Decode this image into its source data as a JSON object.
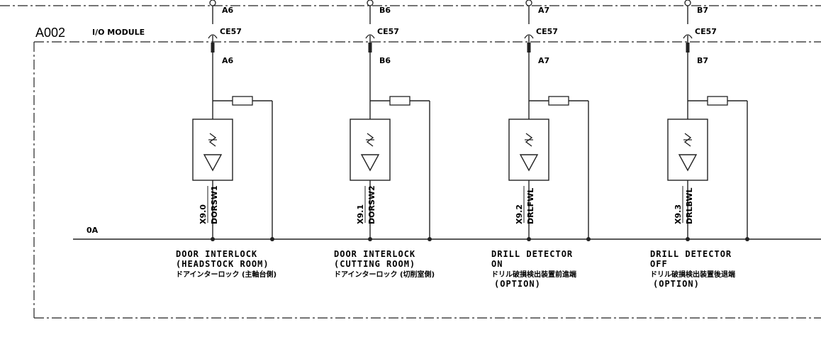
{
  "module": {
    "id": "A002",
    "name": "I/O MODULE"
  },
  "ground": {
    "label": "0A"
  },
  "channels": [
    {
      "pin_top": "A6",
      "connector": "CE57",
      "pin_bottom": "A6",
      "address": "X9.0",
      "signal": "DORSW1",
      "desc_lines": [
        "DOOR  INTERLOCK",
        "(HEADSTOCK  ROOM)"
      ],
      "desc_jp": "ドアインターロック (主軸台側)"
    },
    {
      "pin_top": "B6",
      "connector": "CE57",
      "pin_bottom": "B6",
      "address": "X9.1",
      "signal": "DORSW2",
      "desc_lines": [
        "DOOR  INTERLOCK",
        "(CUTTING  ROOM)"
      ],
      "desc_jp": "ドアインターロック (切削室側)"
    },
    {
      "pin_top": "A7",
      "connector": "CE57",
      "pin_bottom": "A7",
      "address": "X9.2",
      "signal": "DRLFWL",
      "desc_lines": [
        "DRILL  DETECTOR",
        "ON"
      ],
      "desc_jp": "ドリル破損検出装置前進端",
      "option": "(OPTION)"
    },
    {
      "pin_top": "B7",
      "connector": "CE57",
      "pin_bottom": "B7",
      "address": "X9.3",
      "signal": "DRLBWL",
      "desc_lines": [
        "DRILL  DETECTOR",
        "OFF"
      ],
      "desc_jp": "ドリル破損検出装置後退端",
      "option": "(OPTION)"
    }
  ]
}
